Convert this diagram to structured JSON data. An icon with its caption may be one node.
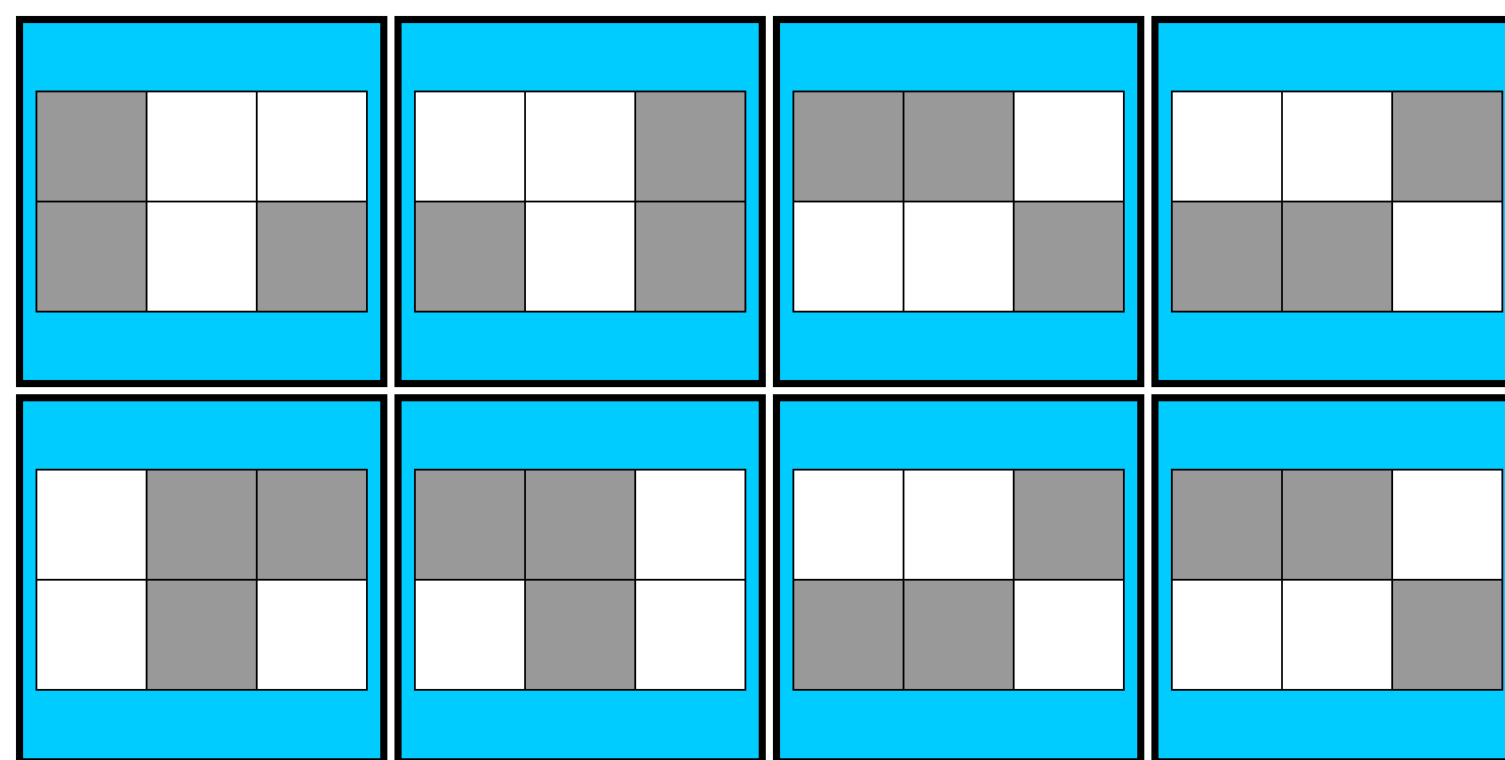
{
  "diagram": {
    "nodes": [
      {
        "text": [],
        "shape": "box"
      },
      {
        "text": [],
        "shape": "box",
        "in": 0
      },
      {
        "text": [],
        "shape": "box",
        "in": 0
      },
      {
        "text": [],
        "shape": "box",
        "in": 0
      },
      {
        "text": [],
        "shape": "box",
        "in": 0
      },
      {
        "text": [],
        "shape": "box",
        "in": 0
      },
      {
        "text": [],
        "shape": "box",
        "in": 0
      },
      {
        "text": [],
        "shape": "box"
      },
      {
        "text": [],
        "shape": "box",
        "in": 7
      },
      {
        "text": [],
        "shape": "box",
        "in": 7
      },
      {
        "text": [],
        "shape": "box",
        "in": 7
      },
      {
        "text": [],
        "shape": "box",
        "in": 7
      },
      {
        "text": [],
        "shape": "box",
        "in": 7
      },
      {
        "text": [],
        "shape": "box",
        "in": 7
      },
      {
        "text": [],
        "shape": "box"
      },
      {
        "text": [],
        "shape": "box",
        "in": 14
      },
      {
        "text": [],
        "shape": "box",
        "in": 14
      },
      {
        "text": [],
        "shape": "box",
        "in": 14
      },
      {
        "text": [],
        "shape": "box",
        "in": 14
      },
      {
        "text": [],
        "shape": "box",
        "in": 14
      },
      {
        "text": [],
        "shape": "box",
        "in": 14
      },
      {
        "text": [],
        "shape": "box"
      },
      {
        "text": [],
        "shape": "box",
        "in": 21
      },
      {
        "text": [],
        "shape": "box",
        "in": 21
      },
      {
        "text": [],
        "shape": "box",
        "in": 21
      },
      {
        "text": [],
        "shape": "box",
        "in": 21
      },
      {
        "text": [],
        "shape": "box",
        "in": 21
      },
      {
        "text": [],
        "shape": "box",
        "in": 21
      },
      {
        "text": [],
        "shape": "box"
      },
      {
        "text": [],
        "shape": "box",
        "in": 28
      },
      {
        "text": [],
        "shape": "box",
        "in": 28
      },
      {
        "text": [],
        "shape": "box",
        "in": 28
      },
      {
        "text": [],
        "shape": "box",
        "in": 28
      },
      {
        "text": [],
        "shape": "box",
        "in": 28
      },
      {
        "text": [],
        "shape": "box",
        "in": 28
      },
      {
        "text": [],
        "shape": "box"
      },
      {
        "text": [],
        "shape": "box",
        "in": 35
      },
      {
        "text": [],
        "shape": "box",
        "in": 35
      },
      {
        "text": [],
        "shape": "box",
        "in": 35
      },
      {
        "text": [],
        "shape": "box",
        "in": 35
      },
      {
        "text": [],
        "shape": "box",
        "in": 35
      },
      {
        "text": [],
        "shape": "box",
        "in": 35
      },
      {
        "text": [],
        "shape": "box"
      },
      {
        "text": [],
        "shape": "box",
        "in": 42
      },
      {
        "text": [],
        "shape": "box",
        "in": 42
      },
      {
        "text": [],
        "shape": "box",
        "in": 42
      },
      {
        "text": [],
        "shape": "box",
        "in": 42
      },
      {
        "text": [],
        "shape": "box",
        "in": 42
      },
      {
        "text": [],
        "shape": "box",
        "in": 42
      },
      {
        "text": [],
        "shape": "box"
      },
      {
        "text": [],
        "shape": "box",
        "in": 49
      },
      {
        "text": [],
        "shape": "box",
        "in": 49
      },
      {
        "text": [],
        "shape": "box",
        "in": 49
      },
      {
        "text": [],
        "shape": "box",
        "in": 49
      },
      {
        "text": [],
        "shape": "box",
        "in": 49
      },
      {
        "text": [],
        "shape": "box",
        "in": 49
      }
    ]
  }
}
